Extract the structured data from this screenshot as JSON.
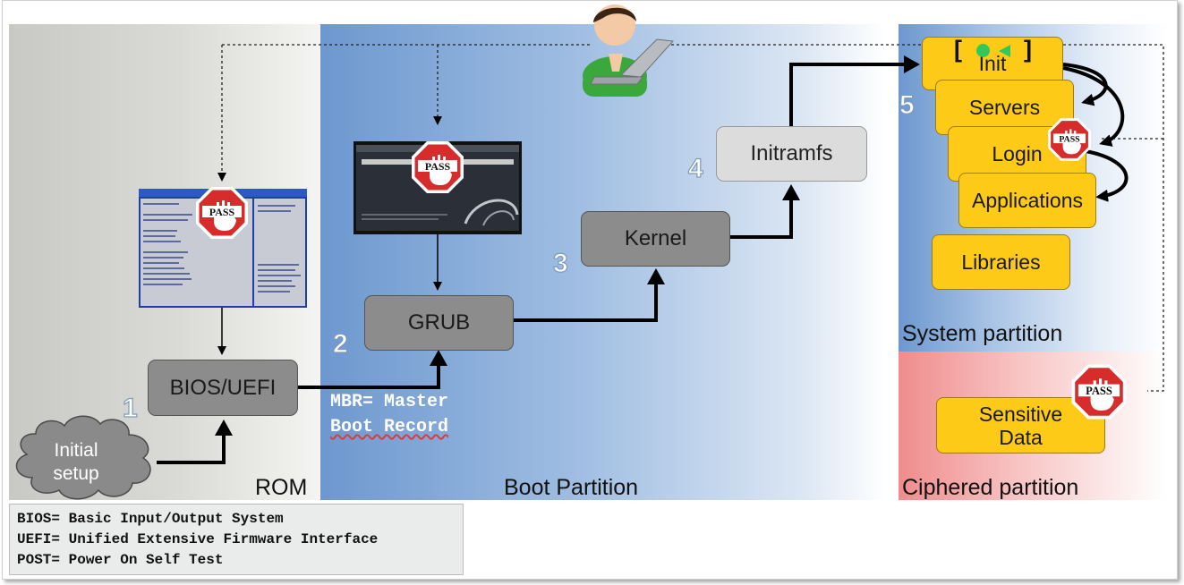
{
  "zones": {
    "rom": "ROM",
    "boot": "Boot Partition",
    "system": "System partition",
    "ciphered": "Ciphered partition"
  },
  "boxes": {
    "bios": "BIOS/UEFI",
    "grub": "GRUB",
    "kernel": "Kernel",
    "initramfs": "Initramfs",
    "init": "Init",
    "servers": "Servers",
    "login": "Login",
    "applications": "Applications",
    "libraries": "Libraries",
    "sensitive_data": [
      "Sensitive",
      "Data"
    ]
  },
  "cloud": [
    "Initial",
    "setup"
  ],
  "step_numbers": [
    "1",
    "2",
    "3",
    "4",
    "5"
  ],
  "mbr_note": [
    "MBR= Master",
    "Boot Record"
  ],
  "legend": [
    "BIOS= Basic Input/Output System",
    "UEFI= Unified Extensive Firmware Interface",
    "POST= Power On Self Test"
  ],
  "pass_sign": "PASS",
  "init_brackets": [
    "[",
    "]"
  ],
  "colors": {
    "box_gray": "#8c8c8c",
    "box_light": "#dcdcdc",
    "box_yellow": "#fdca17",
    "stop_red": "#d62c2c",
    "boot_blue": "#6d98cf",
    "cipher_red": "#f08c8c"
  },
  "icons": [
    "user-with-laptop-icon",
    "stop-pass-sign-icon",
    "bios-screenshot",
    "grub-screenshot",
    "cloud-shape"
  ]
}
